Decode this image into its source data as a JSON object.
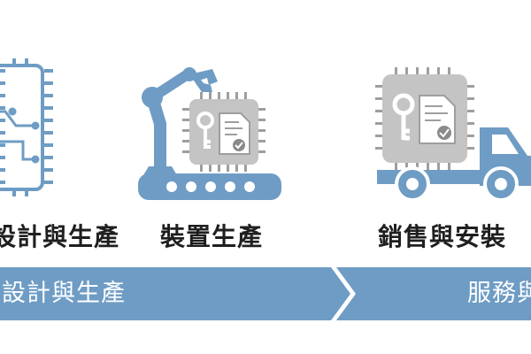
{
  "stages": [
    {
      "label": "設計與生產",
      "icon": "circuit-chip-icon"
    },
    {
      "label": "裝置生產",
      "icon": "robot-arm-assembly-icon"
    },
    {
      "label": "銷售與安裝",
      "icon": "delivery-truck-icon"
    }
  ],
  "band": {
    "left_label": "設計與生產",
    "right_label": "服務與"
  },
  "colors": {
    "accent_blue": "#6e9cc4",
    "chip_grey": "#9e9e9e",
    "text_dark": "#1f1f1f",
    "background": "#ffffff"
  }
}
